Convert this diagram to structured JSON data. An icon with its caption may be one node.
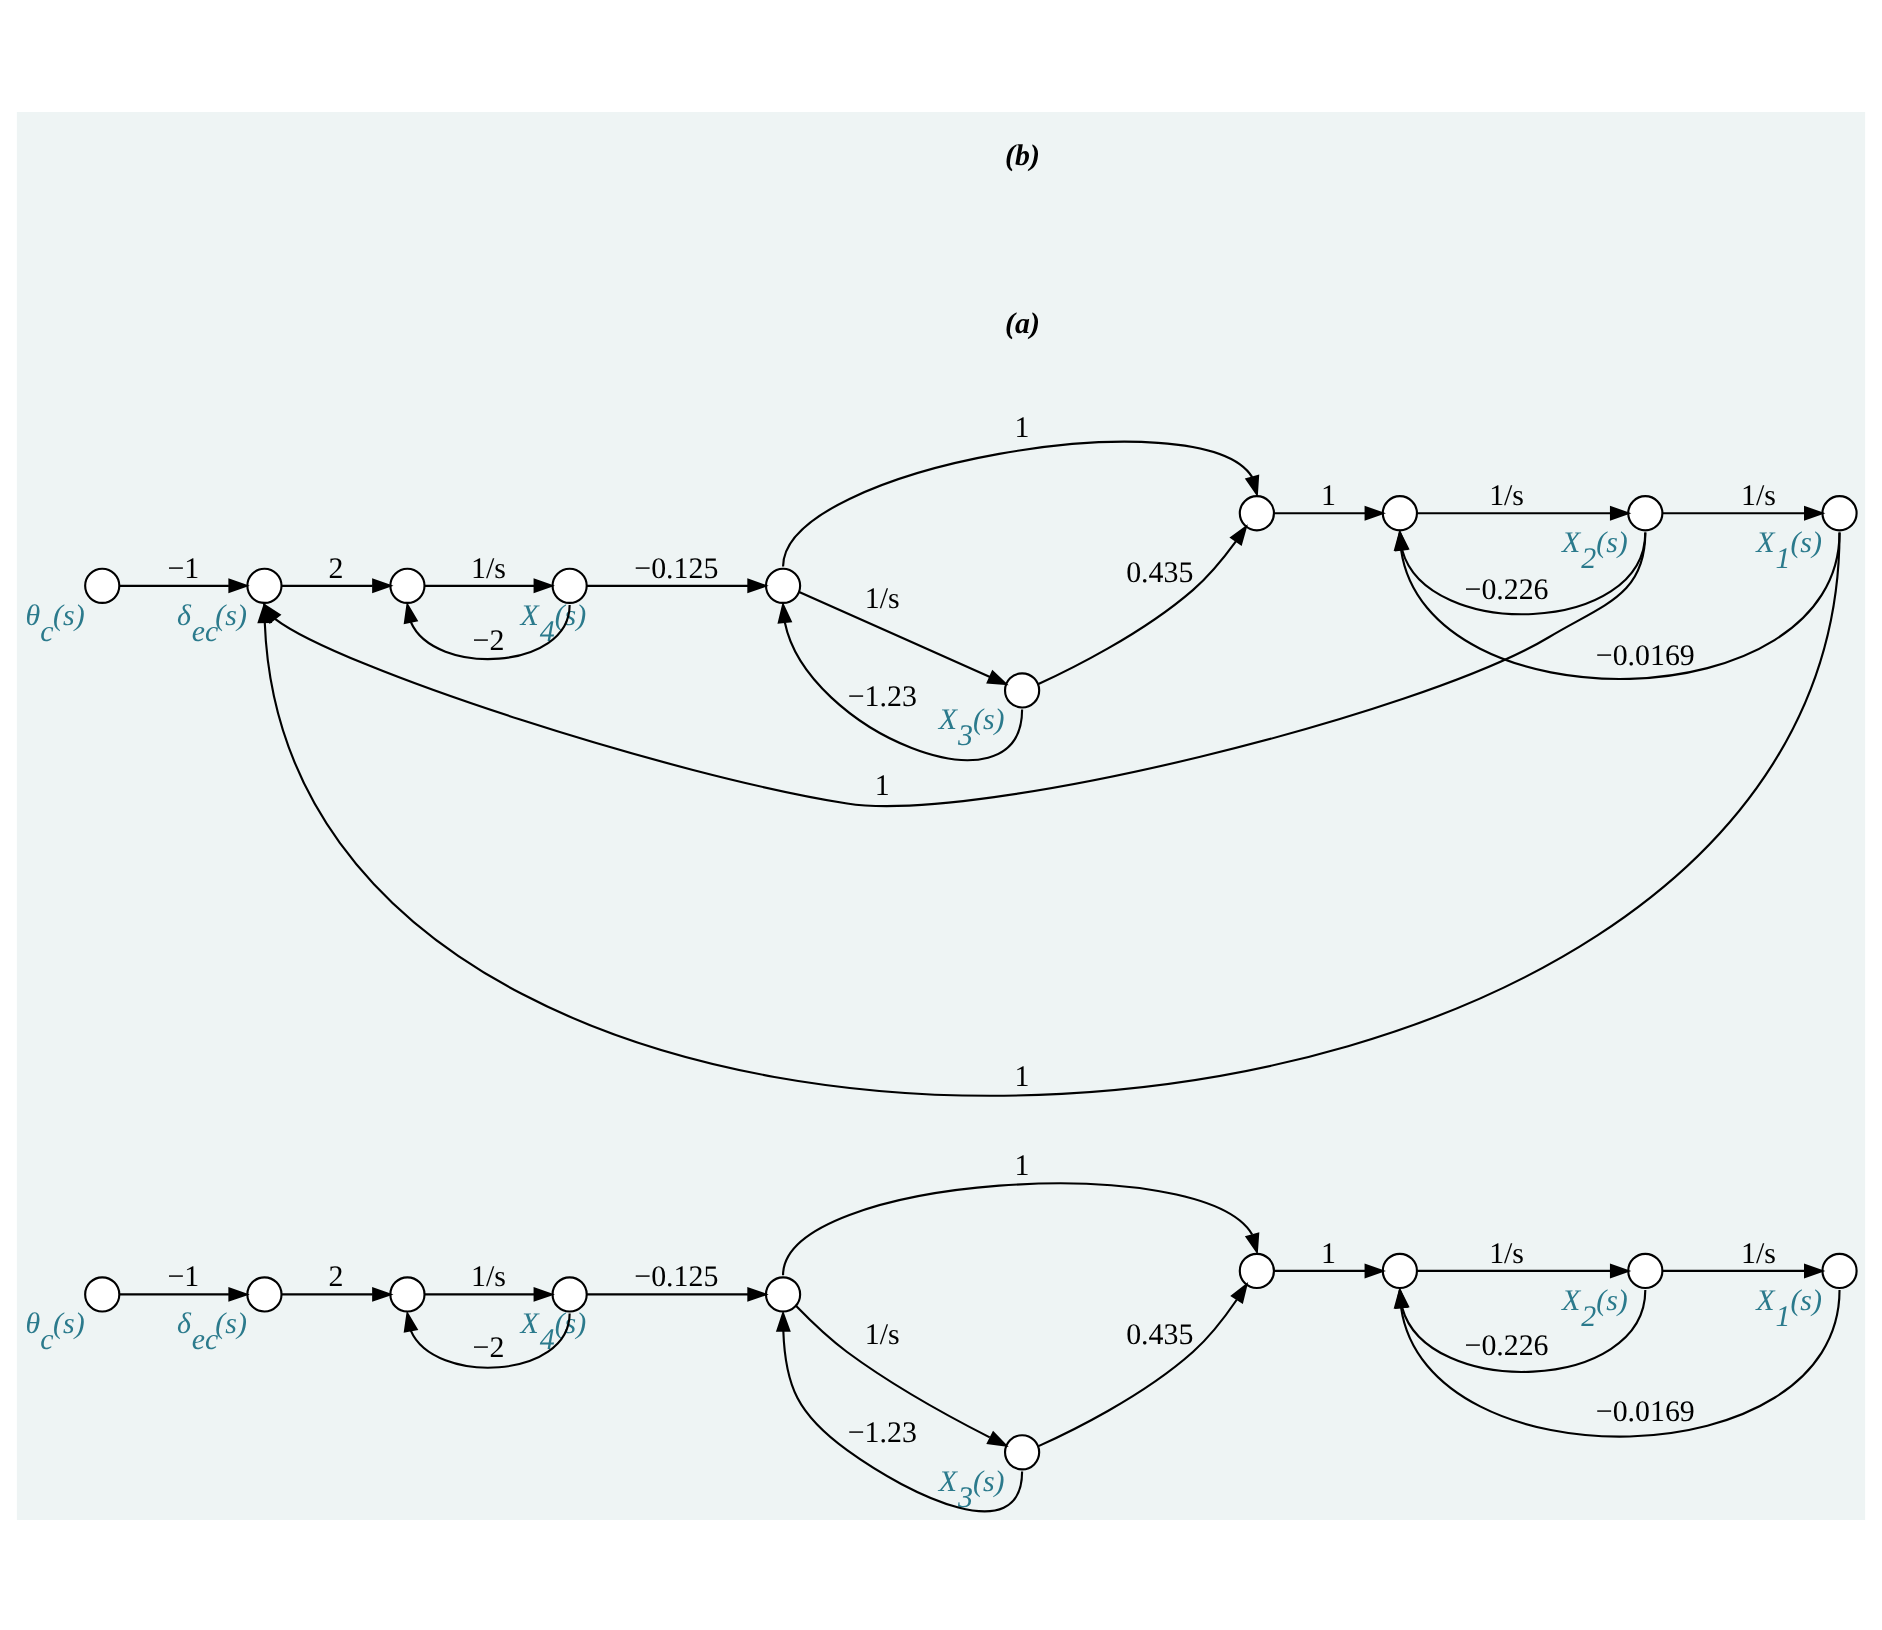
{
  "diagram": {
    "nodes": [
      {
        "text": [],
        "shape": "circle",
        "beside": [
          "θ$_{c}$(s)"
        ]
      },
      {
        "text": [],
        "shape": "circle",
        "beside": [
          "δ$_{ec}$(s)"
        ]
      },
      {
        "text": [],
        "shape": "circle"
      },
      {
        "text": [],
        "shape": "circle",
        "beside": [
          "X$_{4}$(s)"
        ]
      },
      {
        "text": [],
        "shape": "circle"
      },
      {
        "text": [],
        "shape": "circle",
        "beside": [
          "X$_{3}$(s)"
        ]
      },
      {
        "text": [],
        "shape": "circle"
      },
      {
        "text": [],
        "shape": "circle"
      },
      {
        "text": [],
        "shape": "circle",
        "beside": [
          "X$_{2}$(s)"
        ]
      },
      {
        "text": [],
        "shape": "circle",
        "beside": [
          "X$_{1}$(s)"
        ]
      },
      {
        "text": [],
        "shape": "circle",
        "beside": [
          "θ$_{c}$(s)"
        ]
      },
      {
        "text": [],
        "shape": "circle",
        "beside": [
          "δ$_{ec}$(s)"
        ]
      },
      {
        "text": [],
        "shape": "circle"
      },
      {
        "text": [],
        "shape": "circle",
        "beside": [
          "X$_{4}$(s)"
        ]
      },
      {
        "text": [],
        "shape": "circle"
      },
      {
        "text": [],
        "shape": "circle",
        "beside": [
          "X$_{3}$(s)"
        ]
      },
      {
        "text": [],
        "shape": "circle"
      },
      {
        "text": [],
        "shape": "circle"
      },
      {
        "text": [],
        "shape": "circle",
        "beside": [
          "X$_{2}$(s)"
        ]
      },
      {
        "text": [],
        "shape": "circle",
        "beside": [
          "X$_{1}$(s)"
        ]
      }
    ],
    "edges": [
      {
        "from": 0,
        "to": 1,
        "arrow": "to",
        "label": "−1"
      },
      {
        "from": 1,
        "to": 2,
        "arrow": "to",
        "label": "2"
      },
      {
        "from": 2,
        "to": 3,
        "arrow": "to",
        "label": "1/s"
      },
      {
        "from": 3,
        "to": 2,
        "arrow": "to",
        "label": "−2"
      },
      {
        "from": 3,
        "to": 4,
        "arrow": "to",
        "label": "−0.125"
      },
      {
        "from": 4,
        "to": 5,
        "arrow": "to",
        "label": "1/s"
      },
      {
        "from": 5,
        "to": 4,
        "arrow": "to",
        "label": "−1.23"
      },
      {
        "from": 4,
        "to": 6,
        "arrow": "to",
        "label": "1"
      },
      {
        "from": 5,
        "to": 6,
        "arrow": "to",
        "label": "0.435"
      },
      {
        "from": 6,
        "to": 7,
        "arrow": "to",
        "label": "1"
      },
      {
        "from": 7,
        "to": 8,
        "arrow": "to",
        "label": "1/s"
      },
      {
        "from": 8,
        "to": 9,
        "arrow": "to",
        "label": "1/s"
      },
      {
        "from": 8,
        "to": 7,
        "arrow": "to",
        "label": "−0.226"
      },
      {
        "from": 9,
        "to": 7,
        "arrow": "to",
        "label": "−0.0169"
      },
      {
        "from": 10,
        "to": 11,
        "arrow": "to",
        "label": "−1"
      },
      {
        "from": 11,
        "to": 12,
        "arrow": "to",
        "label": "2"
      },
      {
        "from": 12,
        "to": 13,
        "arrow": "to",
        "label": "1/s"
      },
      {
        "from": 13,
        "to": 12,
        "arrow": "to",
        "label": "−2"
      },
      {
        "from": 13,
        "to": 14,
        "arrow": "to",
        "label": "−0.125"
      },
      {
        "from": 14,
        "to": 15,
        "arrow": "to",
        "label": "1/s"
      },
      {
        "from": 15,
        "to": 14,
        "arrow": "to",
        "label": "−1.23"
      },
      {
        "from": 14,
        "to": 16,
        "arrow": "to",
        "label": "1"
      },
      {
        "from": 15,
        "to": 16,
        "arrow": "to",
        "label": "0.435"
      },
      {
        "from": 16,
        "to": 17,
        "arrow": "to",
        "label": "1"
      },
      {
        "from": 17,
        "to": 18,
        "arrow": "to",
        "label": "1/s"
      },
      {
        "from": 18,
        "to": 19,
        "arrow": "to",
        "label": "1/s"
      },
      {
        "from": 18,
        "to": 17,
        "arrow": "to",
        "label": "−0.226"
      },
      {
        "from": 19,
        "to": 17,
        "arrow": "to",
        "label": "−0.0169"
      },
      {
        "from": 18,
        "to": 11,
        "arrow": "to",
        "label": "1"
      },
      {
        "from": 19,
        "to": 11,
        "arrow": "to",
        "label": "1"
      }
    ],
    "labels": [
      "(a)",
      "(b)"
    ]
  }
}
